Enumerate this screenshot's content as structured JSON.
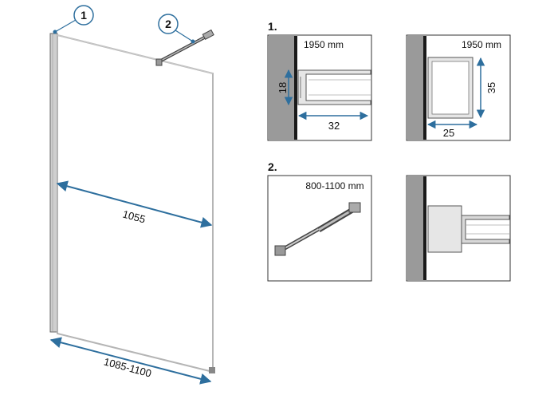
{
  "colors": {
    "dimension": "#2e6f9e",
    "wall": "#9a9a9a",
    "wall_edge": "#1a1a1a",
    "frame": "#555555",
    "profile_fill": "#d8d8d8"
  },
  "callouts": {
    "one": "1",
    "two": "2"
  },
  "main_view": {
    "panel_width": "1055",
    "total_width": "1085-1100"
  },
  "section1": {
    "label": "1.",
    "left": {
      "height_label": "1950 mm",
      "dim_h": "18",
      "dim_w": "32"
    },
    "right": {
      "height_label": "1950 mm",
      "dim_h": "35",
      "dim_w": "25"
    }
  },
  "section2": {
    "label": "2.",
    "left": {
      "length_label": "800-1100 mm"
    }
  }
}
